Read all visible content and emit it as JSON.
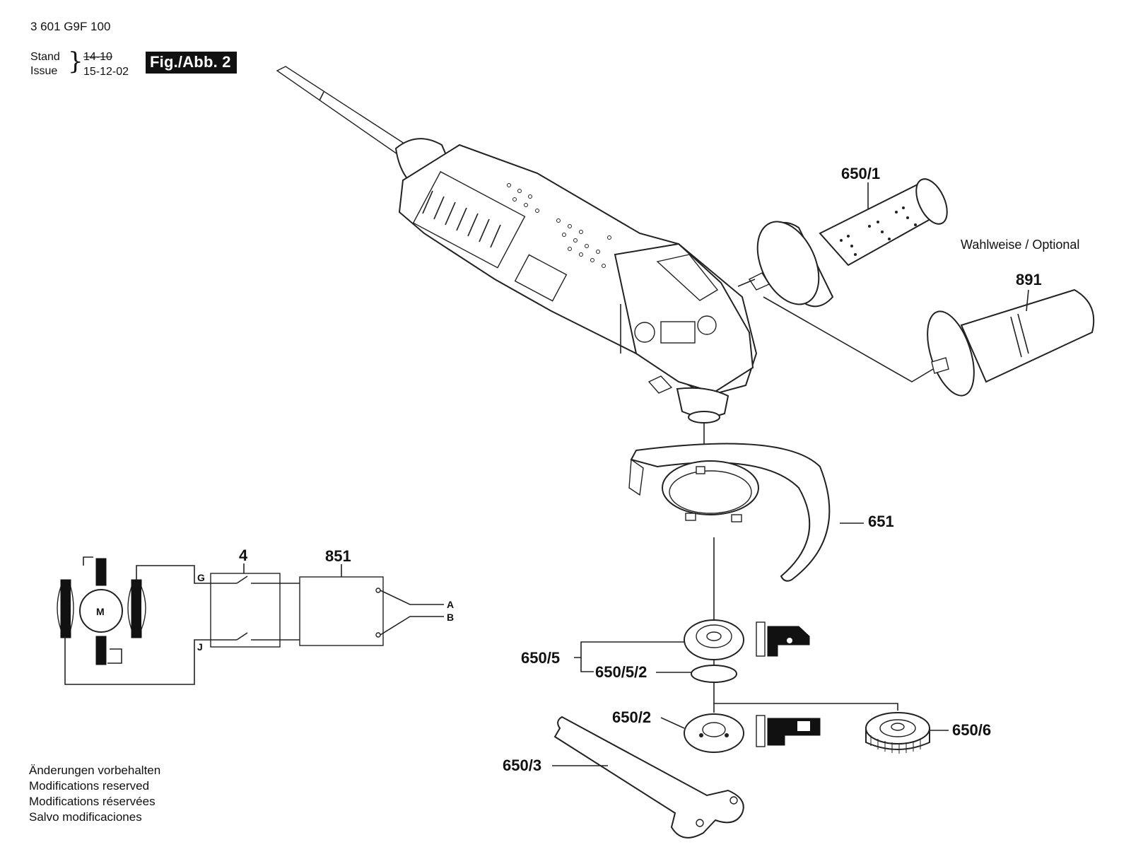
{
  "header": {
    "part_number": "3 601 G9F 100",
    "stand_label": "Stand",
    "issue_label": "Issue",
    "old_date": "14-10",
    "new_date": "15-12-02",
    "figure": "Fig./Abb. 2"
  },
  "optional_note": "Wahlweise / Optional",
  "parts": {
    "p650_1": "650/1",
    "p891": "891",
    "p651": "651",
    "p650_5": "650/5",
    "p650_5_2": "650/5/2",
    "p650_2": "650/2",
    "p650_6": "650/6",
    "p650_3": "650/3",
    "p4": "4",
    "p851": "851"
  },
  "circuit": {
    "motor": "M",
    "g": "G",
    "j": "J",
    "a": "A",
    "b": "B"
  },
  "footer": {
    "line1": "Änderungen vorbehalten",
    "line2": "Modifications reserved",
    "line3": "Modifications réservées",
    "line4": "Salvo modificaciones"
  }
}
